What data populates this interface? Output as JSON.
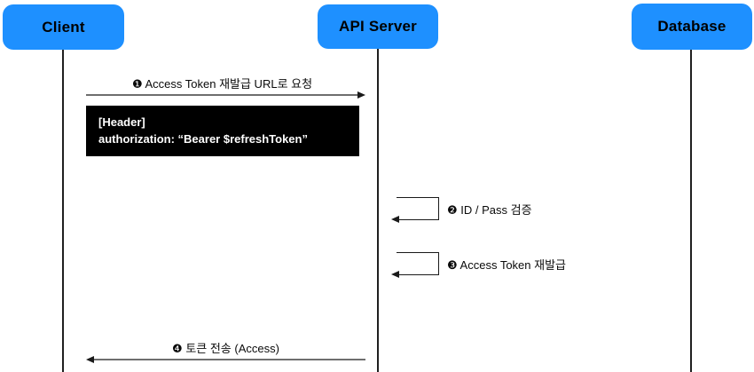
{
  "actors": [
    {
      "id": "client",
      "label": "Client"
    },
    {
      "id": "api_server",
      "label": "API Server"
    },
    {
      "id": "database",
      "label": "Database"
    }
  ],
  "messages": [
    {
      "id": "request",
      "label": "❶ Access Token 재발급 URL로 요청",
      "from": "client",
      "to": "api_server",
      "direction": "right"
    },
    {
      "id": "verify",
      "label": "❷ ID / Pass 검증",
      "from": "api_server",
      "to": "api_server",
      "direction": "self"
    },
    {
      "id": "reissue",
      "label": "❸ Access Token 재발급",
      "from": "api_server",
      "to": "api_server",
      "direction": "self"
    },
    {
      "id": "send_token",
      "label": "❹ 토큰 전송 (Access)",
      "from": "api_server",
      "to": "client",
      "direction": "left"
    }
  ],
  "note": {
    "line1": "[Header]",
    "line2": "authorization: “Bearer $refreshToken”"
  },
  "colors": {
    "actor_bg": "#1E90FF",
    "actor_text": "#000000",
    "note_bg": "#000000",
    "note_text": "#FFFFFF",
    "message_line": "#6E6E6E",
    "lifeline": "#1F1F1F",
    "background": "#FFFFFF"
  }
}
